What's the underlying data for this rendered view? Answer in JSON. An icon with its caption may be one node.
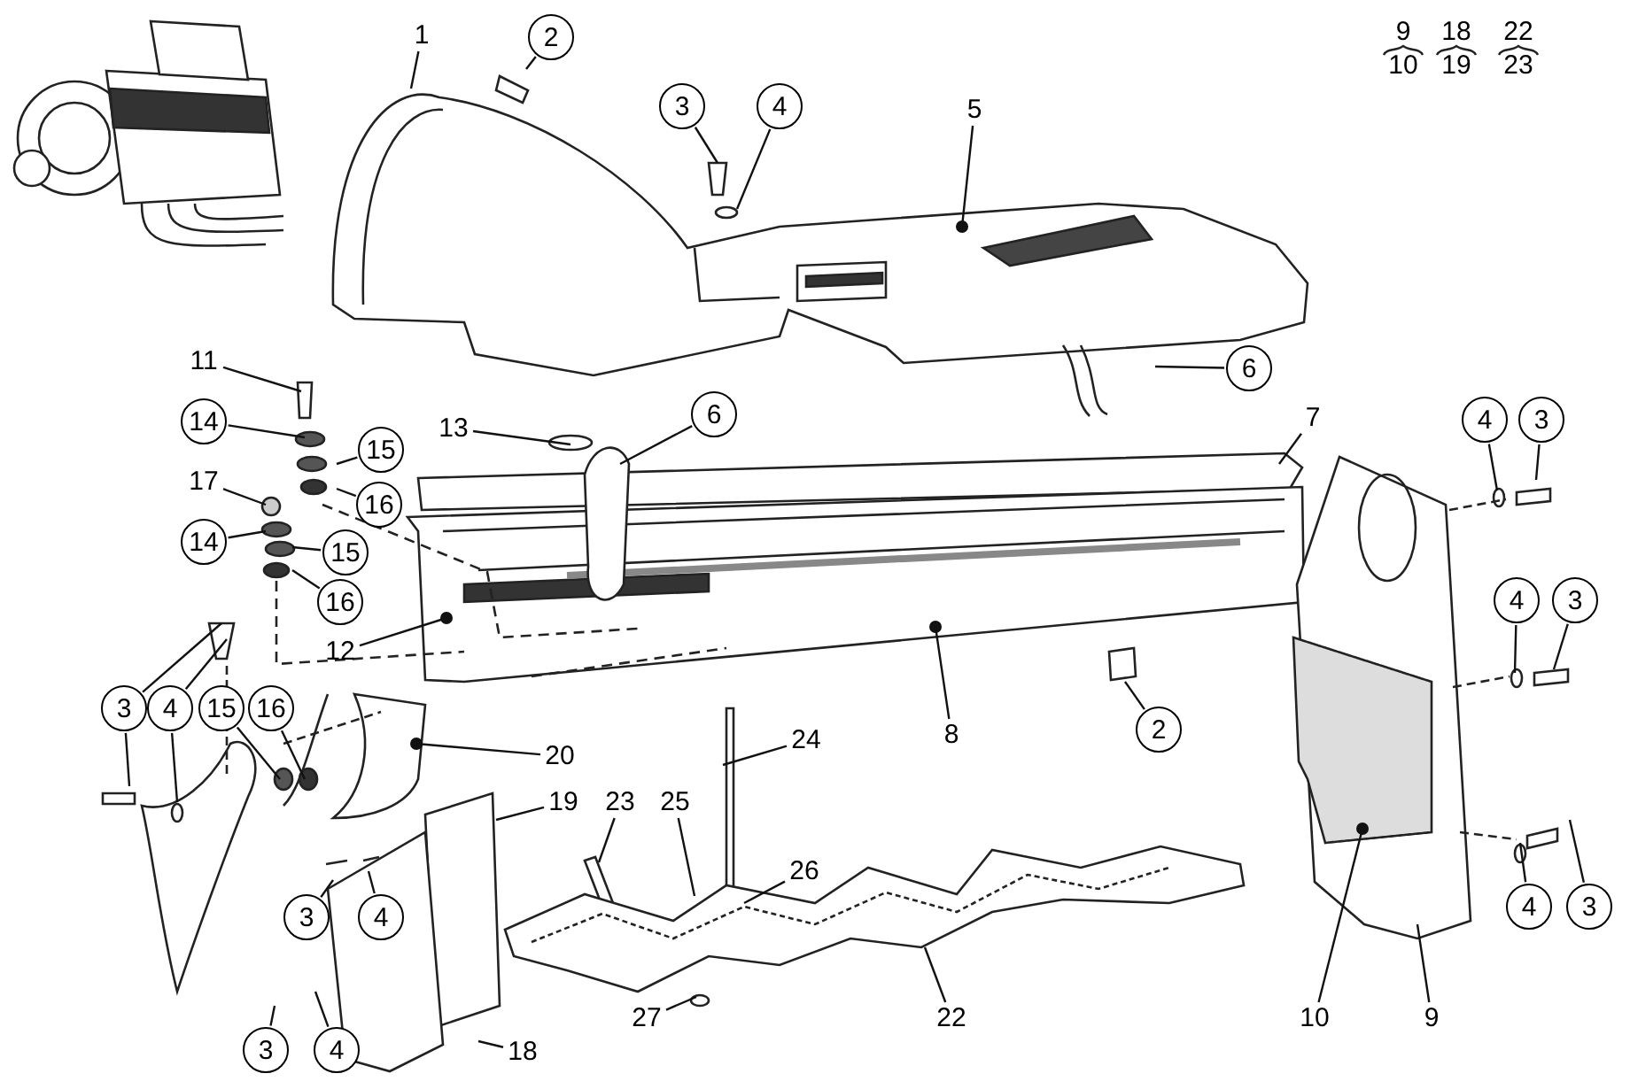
{
  "diagram": {
    "nodes": [
      {
        "text": [
          "1"
        ]
      },
      {
        "text": [
          "2"
        ]
      },
      {
        "text": [
          "3"
        ]
      },
      {
        "text": [
          "4"
        ]
      },
      {
        "text": [
          "5"
        ]
      },
      {
        "text": [
          "6"
        ]
      },
      {
        "text": [
          "7"
        ]
      },
      {
        "text": [
          "11"
        ]
      },
      {
        "text": [
          "14"
        ]
      },
      {
        "text": [
          "15"
        ]
      },
      {
        "text": [
          "16"
        ]
      },
      {
        "text": [
          "17"
        ]
      },
      {
        "text": [
          "14"
        ]
      },
      {
        "text": [
          "15"
        ]
      },
      {
        "text": [
          "16"
        ]
      },
      {
        "text": [
          "13"
        ]
      },
      {
        "text": [
          "6"
        ]
      },
      {
        "text": [
          "12"
        ]
      },
      {
        "text": [
          "8"
        ]
      },
      {
        "text": [
          "2"
        ]
      },
      {
        "text": [
          "4"
        ]
      },
      {
        "text": [
          "3"
        ]
      },
      {
        "text": [
          "4"
        ]
      },
      {
        "text": [
          "3"
        ]
      },
      {
        "text": [
          "4"
        ]
      },
      {
        "text": [
          "3"
        ]
      },
      {
        "text": [
          "10"
        ]
      },
      {
        "text": [
          "9"
        ]
      },
      {
        "text": [
          "22"
        ]
      },
      {
        "text": [
          "27"
        ]
      },
      {
        "text": [
          "18"
        ]
      },
      {
        "text": [
          "3"
        ]
      },
      {
        "text": [
          "4"
        ]
      },
      {
        "text": [
          "3"
        ]
      },
      {
        "text": [
          "4"
        ]
      },
      {
        "text": [
          "23"
        ]
      },
      {
        "text": [
          "25"
        ]
      },
      {
        "text": [
          "26"
        ]
      },
      {
        "text": [
          "19"
        ]
      },
      {
        "text": [
          "20"
        ]
      },
      {
        "text": [
          "24"
        ]
      },
      {
        "text": [
          "3"
        ]
      },
      {
        "text": [
          "4"
        ]
      },
      {
        "text": [
          "15"
        ]
      },
      {
        "text": [
          "16"
        ]
      }
    ],
    "edges": [
      {
        "from": 0,
        "to": null,
        "arrow": "none"
      },
      {
        "from": 1,
        "to": null,
        "arrow": "none"
      },
      {
        "from": 2,
        "to": null,
        "arrow": "none"
      },
      {
        "from": 3,
        "to": null,
        "arrow": "none"
      },
      {
        "from": 4,
        "to": null,
        "arrow": "other"
      },
      {
        "from": 5,
        "to": null,
        "arrow": "none"
      },
      {
        "from": 6,
        "to": null,
        "arrow": "none"
      },
      {
        "from": 7,
        "to": null,
        "arrow": "none"
      },
      {
        "from": 8,
        "to": null,
        "arrow": "none"
      },
      {
        "from": 9,
        "to": null,
        "arrow": "none"
      },
      {
        "from": 10,
        "to": null,
        "arrow": "none"
      },
      {
        "from": 11,
        "to": null,
        "arrow": "none"
      },
      {
        "from": 12,
        "to": null,
        "arrow": "none"
      },
      {
        "from": 13,
        "to": null,
        "arrow": "none"
      },
      {
        "from": 14,
        "to": null,
        "arrow": "none"
      },
      {
        "from": 15,
        "to": null,
        "arrow": "none"
      },
      {
        "from": 16,
        "to": null,
        "arrow": "none"
      },
      {
        "from": 17,
        "to": null,
        "arrow": "other"
      },
      {
        "from": 18,
        "to": null,
        "arrow": "other"
      },
      {
        "from": 19,
        "to": null,
        "arrow": "none"
      },
      {
        "from": 20,
        "to": null,
        "arrow": "none"
      },
      {
        "from": 21,
        "to": null,
        "arrow": "none"
      },
      {
        "from": 22,
        "to": null,
        "arrow": "none"
      },
      {
        "from": 23,
        "to": null,
        "arrow": "none"
      },
      {
        "from": 24,
        "to": null,
        "arrow": "none"
      },
      {
        "from": 25,
        "to": null,
        "arrow": "none"
      },
      {
        "from": 26,
        "to": null,
        "arrow": "other"
      },
      {
        "from": 27,
        "to": null,
        "arrow": "none"
      },
      {
        "from": 28,
        "to": null,
        "arrow": "none"
      },
      {
        "from": 29,
        "to": null,
        "arrow": "none"
      },
      {
        "from": 30,
        "to": null,
        "arrow": "none"
      },
      {
        "from": 31,
        "to": null,
        "arrow": "none"
      },
      {
        "from": 32,
        "to": null,
        "arrow": "none"
      },
      {
        "from": 33,
        "to": null,
        "arrow": "none"
      },
      {
        "from": 34,
        "to": null,
        "arrow": "none"
      },
      {
        "from": 35,
        "to": null,
        "arrow": "none"
      },
      {
        "from": 36,
        "to": null,
        "arrow": "none"
      },
      {
        "from": 37,
        "to": null,
        "arrow": "none"
      },
      {
        "from": 38,
        "to": null,
        "arrow": "none"
      },
      {
        "from": 39,
        "to": null,
        "arrow": "other"
      },
      {
        "from": 40,
        "to": null,
        "arrow": "none"
      },
      {
        "from": 41,
        "to": null,
        "arrow": "none"
      },
      {
        "from": 41,
        "to": null,
        "arrow": "none"
      },
      {
        "from": 42,
        "to": null,
        "arrow": "none"
      },
      {
        "from": 42,
        "to": null,
        "arrow": "none"
      },
      {
        "from": 43,
        "to": null,
        "arrow": "none"
      },
      {
        "from": 44,
        "to": null,
        "arrow": "none"
      }
    ],
    "labels": [
      "9",
      "18",
      "22",
      "10",
      "19",
      "23"
    ]
  }
}
